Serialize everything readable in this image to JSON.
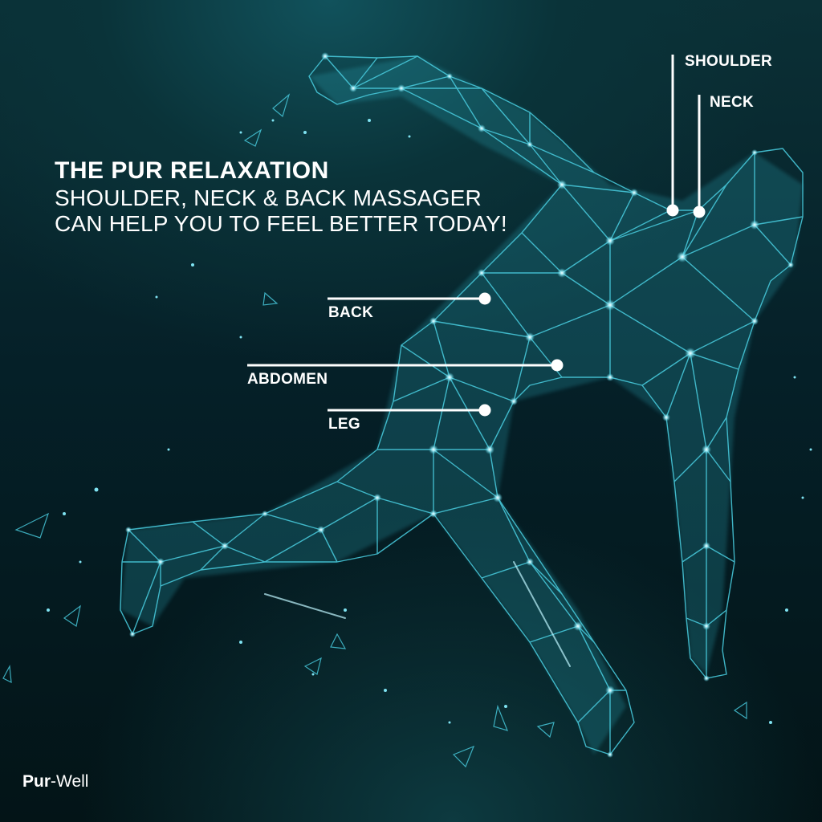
{
  "headline": {
    "title": "THE PUR RELAXATION",
    "line2": "SHOULDER, NECK & BACK MASSAGER",
    "line3": "CAN HELP YOU TO FEEL BETTER TODAY!"
  },
  "labels": {
    "shoulder": "SHOULDER",
    "neck": "NECK",
    "back": "BACK",
    "abdomen": "ABDOMEN",
    "leg": "LEG"
  },
  "brand": {
    "bold": "Pur",
    "regular": "-Well"
  },
  "colors": {
    "background": "#04161a",
    "wireframe": "#46c6d8",
    "node_glow": "#bff6ff",
    "text": "#ffffff"
  },
  "figure": "low-poly wireframe running human silhouette"
}
